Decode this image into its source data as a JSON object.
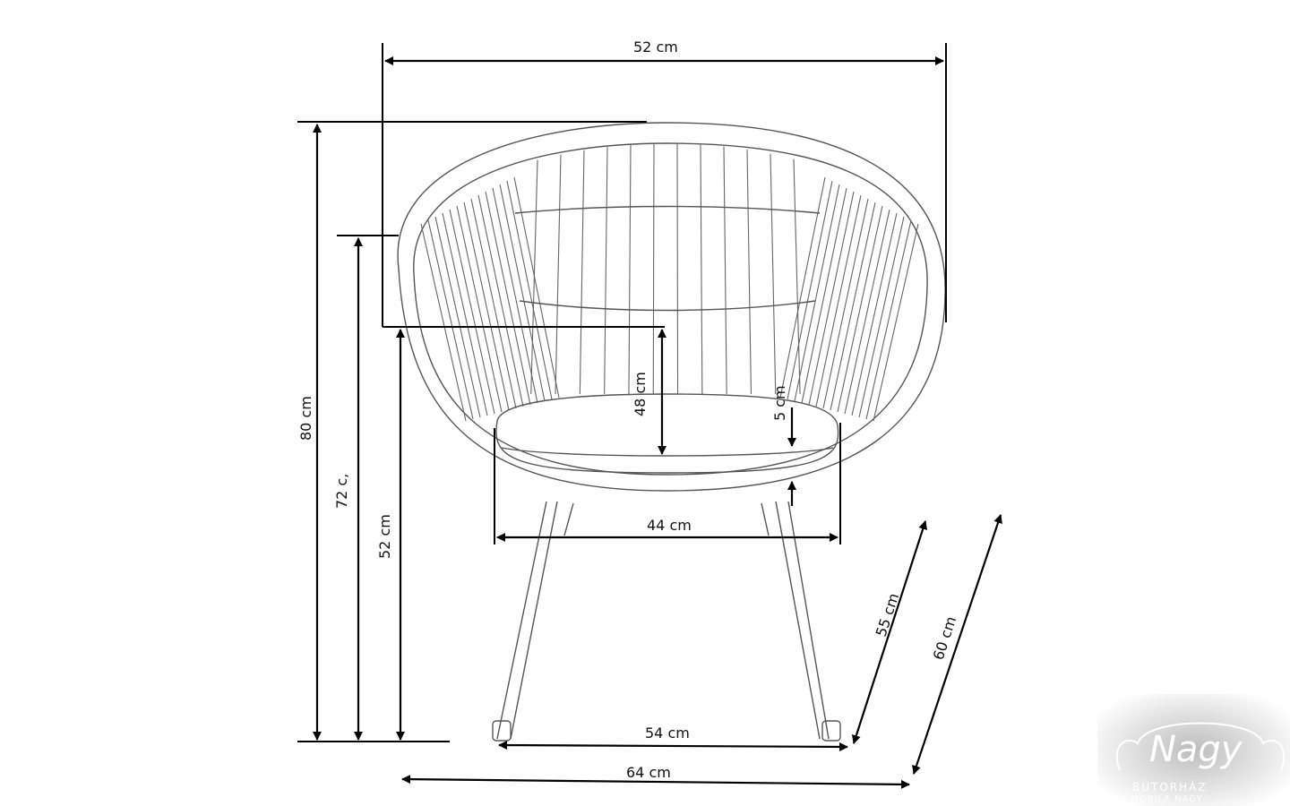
{
  "dimensions": {
    "overall_width": "52 cm",
    "overall_height": "80 cm",
    "armrest_height": "72 c,",
    "seat_front_height": "52 cm",
    "seat_back_height": "48 cm",
    "cushion_thickness": "5 cm",
    "seat_width": "44 cm",
    "seat_depth": "55 cm",
    "overall_depth": "60 cm",
    "leg_span": "54 cm",
    "base_width": "64 cm"
  },
  "logo": {
    "name": "Nagy",
    "line1": "BÚTORHÁZ",
    "line2": "MOBILA NAGY"
  },
  "colors": {
    "line": "#000000",
    "drawing": "#555555",
    "background": "#ffffff"
  }
}
